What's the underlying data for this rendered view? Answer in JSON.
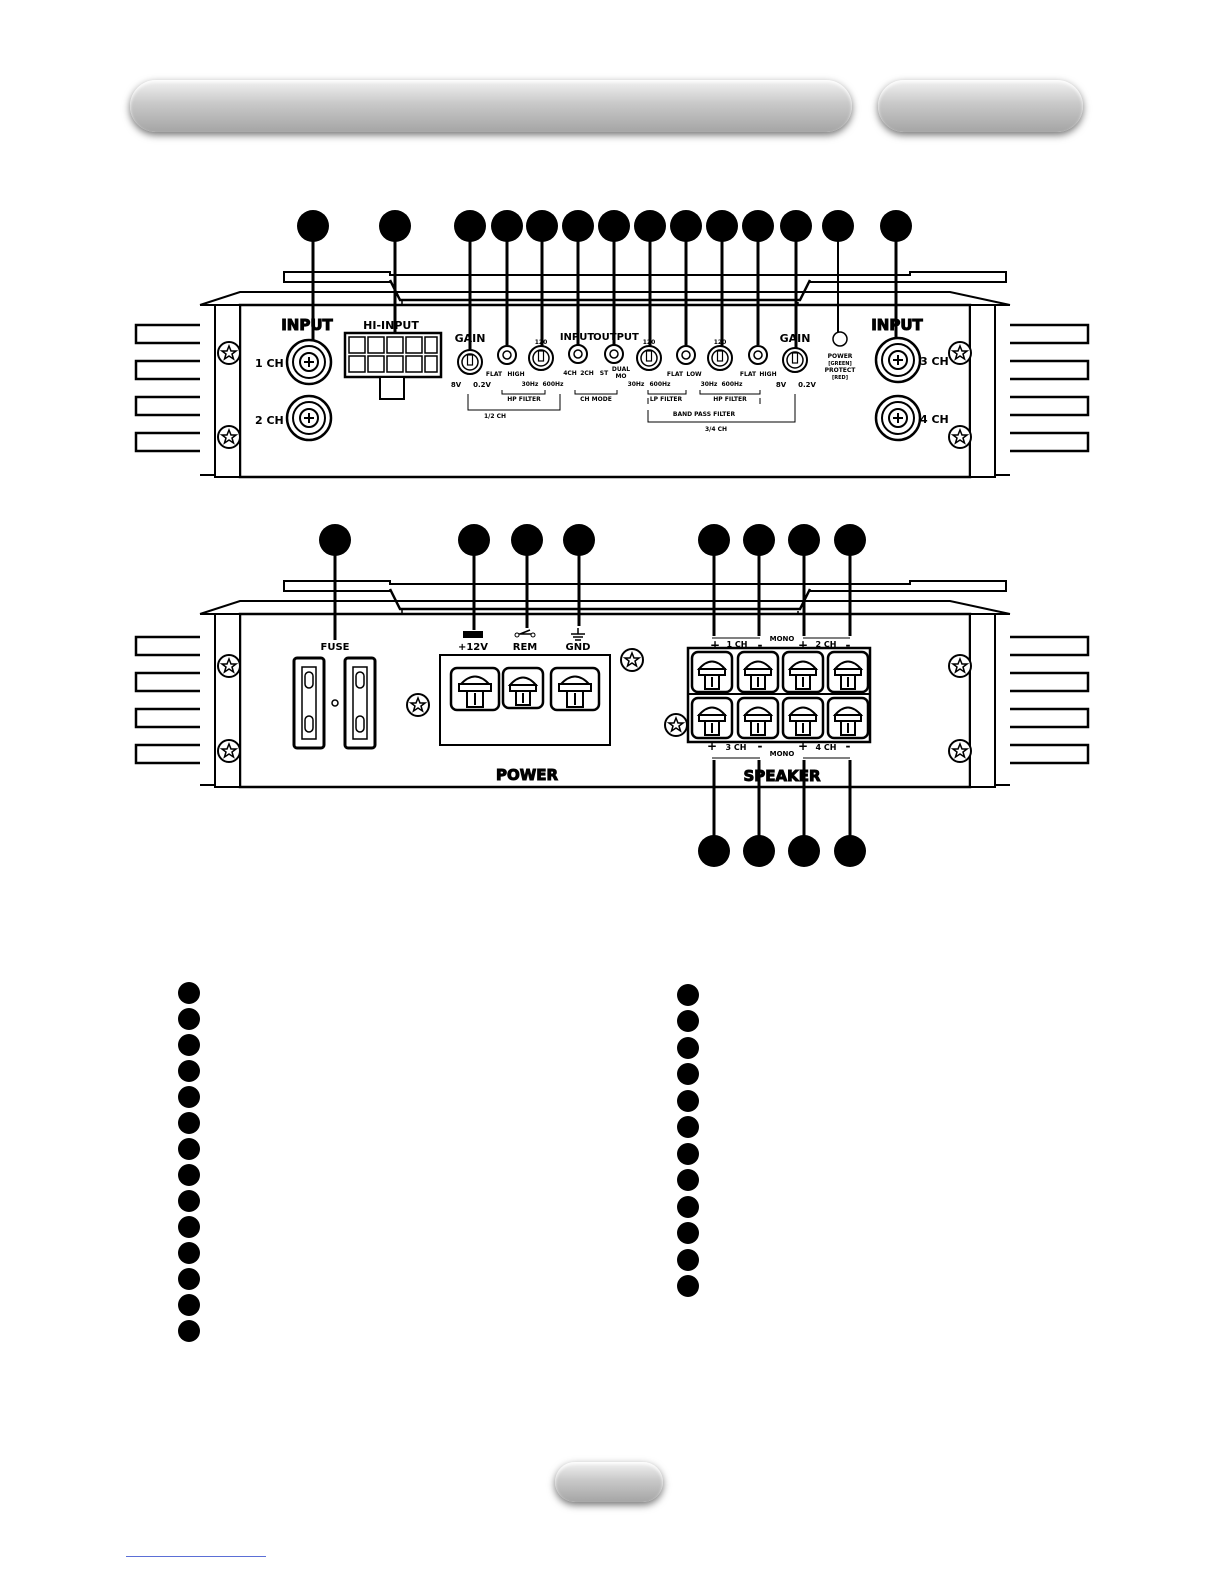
{
  "header": {
    "title": "",
    "section": ""
  },
  "top_panel": {
    "input_left": "INPUT",
    "hi_input": "HI-INPUT",
    "ch1": "1 CH",
    "ch2": "2 CH",
    "ch3": "3 CH",
    "ch4": "4 CH",
    "input_right": "INPUT",
    "gain": "GAIN",
    "gain_min": "8V",
    "gain_max": "0.2V",
    "flat": "FLAT",
    "high": "HIGH",
    "low": "LOW",
    "freq_120": "120",
    "hz30": "30Hz",
    "hz600": "600Hz",
    "hp_filter": "HP FILTER",
    "lp_filter": "LP FILTER",
    "band_pass": "BAND PASS FILTER",
    "ch12": "1/2 CH",
    "ch34": "3/4 CH",
    "input_label": "INPUT",
    "output_label": "OUTPUT",
    "mode_4ch": "4CH",
    "mode_2ch": "2CH",
    "mode_st": "ST",
    "mode_dual": "DUAL",
    "mode_mo": "MO",
    "ch_mode": "CH MODE",
    "power": "POWER",
    "green": "[GREEN]",
    "protect": "PROTECT",
    "red": "[RED]"
  },
  "bottom_panel": {
    "fuse": "FUSE",
    "v12": "+12V",
    "rem": "REM",
    "gnd": "GND",
    "power_title": "POWER",
    "speaker_title": "SPEAKER",
    "plus": "+",
    "minus": "-",
    "ch1": "1 CH",
    "ch2": "2 CH",
    "ch3": "3 CH",
    "ch4": "4 CH",
    "mono": "MONO"
  },
  "page_number": ""
}
